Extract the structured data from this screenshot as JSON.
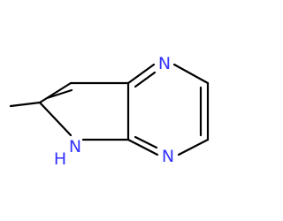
{
  "molecule": {
    "colors": {
      "bond": "#000000",
      "nitrogen": "#3333ff",
      "background": "#ffffff"
    },
    "atoms": {
      "n1": "N",
      "n4": "N",
      "nh_n": "N",
      "nh_h": "H"
    }
  }
}
